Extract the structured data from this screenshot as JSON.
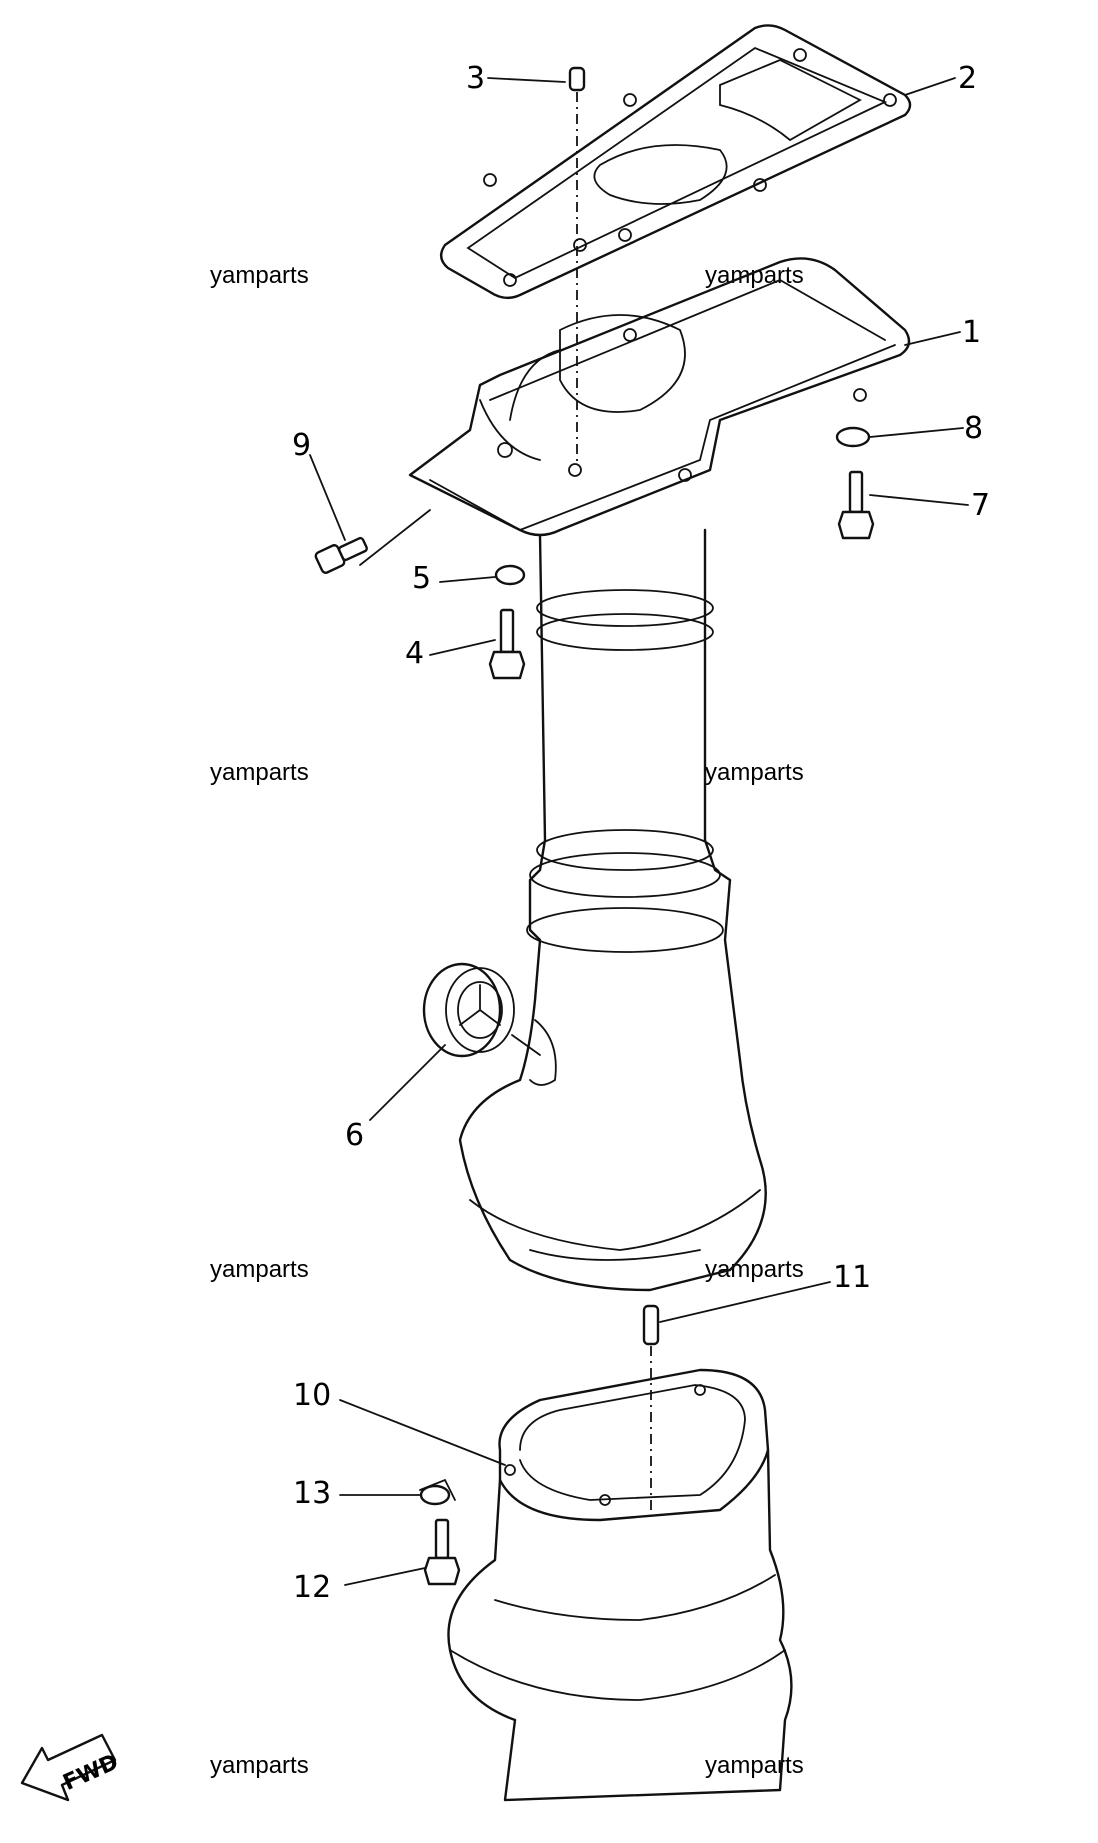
{
  "watermark": "yamparts",
  "fwd_label": "FWD",
  "callouts": {
    "c1": "1",
    "c2": "2",
    "c3": "3",
    "c4": "4",
    "c5": "5",
    "c6": "6",
    "c7": "7",
    "c8": "8",
    "c9": "9",
    "c10": "10",
    "c11": "11",
    "c12": "12",
    "c13": "13"
  }
}
